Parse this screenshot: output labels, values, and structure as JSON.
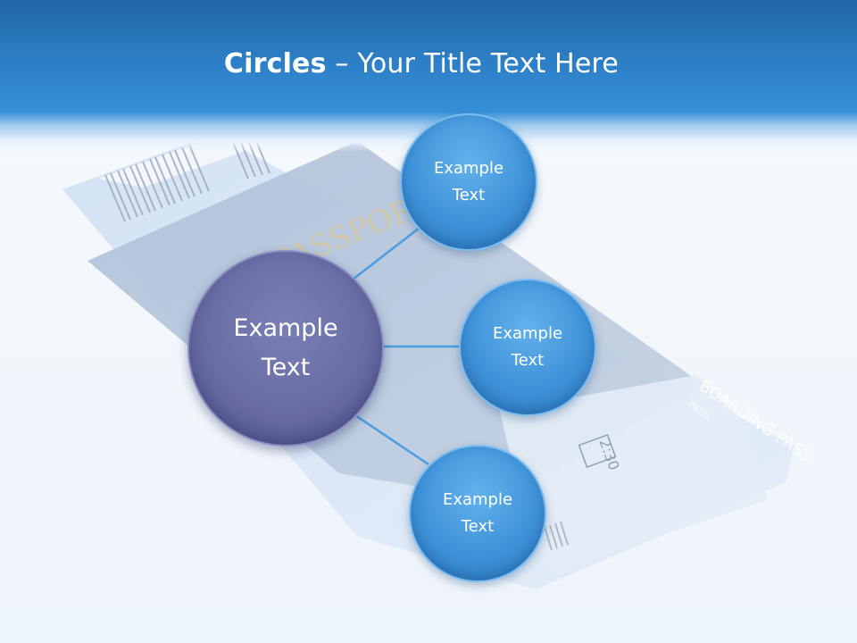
{
  "title": {
    "bold": "Circles",
    "rest": " – Your Title Text Here"
  },
  "center_node": {
    "label": "Example\nText",
    "color": "#676ba2"
  },
  "nodes": [
    {
      "label": "Example\nText"
    },
    {
      "label": "Example\nText"
    },
    {
      "label": "Example\nText"
    }
  ],
  "colors": {
    "header": "#2d7fc6",
    "node": "#3f93d9",
    "connector": "#4a9de0"
  },
  "background_image": {
    "printed_text": [
      "PASSPORT",
      "BOARDING PASS",
      "PASS",
      "2:30"
    ]
  }
}
